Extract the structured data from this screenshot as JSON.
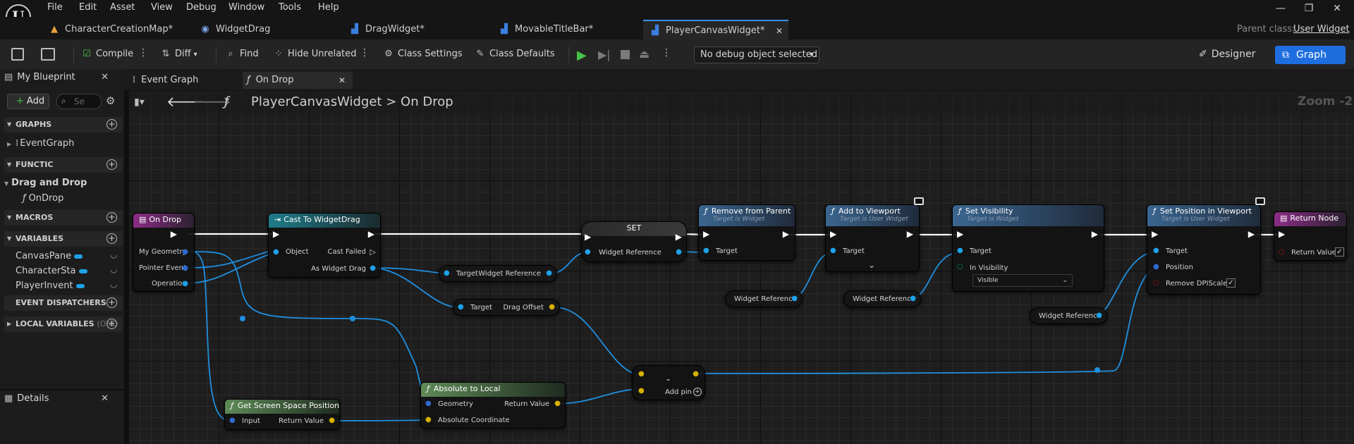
{
  "menu": {
    "logo": "U",
    "items": [
      "File",
      "Edit",
      "Asset",
      "View",
      "Debug",
      "Window",
      "Tools",
      "Help"
    ],
    "window_controls": [
      "—",
      "❐",
      "✕"
    ]
  },
  "doc_tabs": [
    {
      "label": "CharacterCreationMap*"
    },
    {
      "label": "WidgetDrag"
    },
    {
      "label": "DragWidget*"
    },
    {
      "label": "MovableTitleBar*"
    },
    {
      "label": "PlayerCanvasWidget*"
    }
  ],
  "doc_tab_close": "✕",
  "parent_class": {
    "label": "Parent class:",
    "value": "User Widget"
  },
  "toolbar": {
    "compile": "Compile",
    "diff": "Diff",
    "find": "Find",
    "hide_unrelated": "Hide Unrelated",
    "class_settings": "Class Settings",
    "class_defaults": "Class Defaults",
    "debug_object": "No debug object selected",
    "designer": "Designer",
    "graph": "Graph"
  },
  "my_blueprint": {
    "tab_label": "My Blueprint",
    "add_label": "Add",
    "search_placeholder": "Se",
    "sections": {
      "graphs": "GRAPHS",
      "functions": "FUNCTIC",
      "macros": "MACROS",
      "variables": "VARIABLES",
      "event_dispatchers": "EVENT DISPATCHERS",
      "local_variables": "LOCAL VARIABLES",
      "local_variables_suffix": "(OND"
    },
    "graph_items": [
      "EventGraph"
    ],
    "function_group": "Drag and Drop",
    "function_items": [
      "OnDrop"
    ],
    "variables": [
      "CanvasPane",
      "CharacterSta",
      "PlayerInvent"
    ]
  },
  "details": {
    "tab_label": "Details"
  },
  "graph_tabs": [
    {
      "label": "Event Graph"
    },
    {
      "label": "On Drop"
    }
  ],
  "breadcrumb": {
    "root": "PlayerCanvasWidget",
    "separator": ">",
    "leaf": "On Drop"
  },
  "zoom_label": "Zoom -2",
  "nodes": {
    "on_drop": {
      "title": "On Drop",
      "pins": [
        "My Geometry",
        "Pointer Event",
        "Operation"
      ]
    },
    "cast": {
      "title": "Cast To WidgetDrag",
      "object": "Object",
      "cast_failed": "Cast Failed",
      "as_widget_drag": "As Widget Drag"
    },
    "get_widget_ref": {
      "target": "Target",
      "out": "Widget Reference"
    },
    "get_drag_offset": {
      "target": "Target",
      "out": "Drag Offset"
    },
    "set": {
      "title": "SET",
      "pin": "Widget Reference"
    },
    "remove_from_parent": {
      "title": "Remove from Parent",
      "subtitle": "Target is Widget",
      "target": "Target"
    },
    "add_to_viewport": {
      "title": "Add to Viewport",
      "subtitle": "Target is User Widget",
      "target": "Target",
      "expand": "⌄"
    },
    "set_visibility": {
      "title": "Set Visibility",
      "subtitle": "Target is Widget",
      "target": "Target",
      "in_visibility": "In Visibility",
      "visibility_value": "Visible"
    },
    "set_position": {
      "title": "Set Position in Viewport",
      "subtitle": "Target is User Widget",
      "target": "Target",
      "position": "Position",
      "remove_dpi": "Remove DPIScale"
    },
    "return_node": {
      "title": "Return Node",
      "return_value": "Return Value"
    },
    "widget_ref_1": {
      "label": "Widget Reference"
    },
    "widget_ref_2": {
      "label": "Widget Reference"
    },
    "widget_ref_3": {
      "label": "Widget Reference"
    },
    "get_screen_space": {
      "title": "Get Screen Space Position",
      "input": "Input",
      "return_value": "Return Value"
    },
    "absolute_to_local": {
      "title": "Absolute to Local",
      "geometry": "Geometry",
      "return_value": "Return Value",
      "absolute_coordinate": "Absolute Coordinate"
    },
    "subtract": {
      "symbol": "-",
      "add_pin": "Add pin"
    }
  },
  "colors": {
    "exec": "#ffffff",
    "object_pin": "#1ea1e8",
    "struct_pin": "#2f6ad0",
    "bool_pin": "#b00000",
    "accent": "#1e6ee0"
  }
}
